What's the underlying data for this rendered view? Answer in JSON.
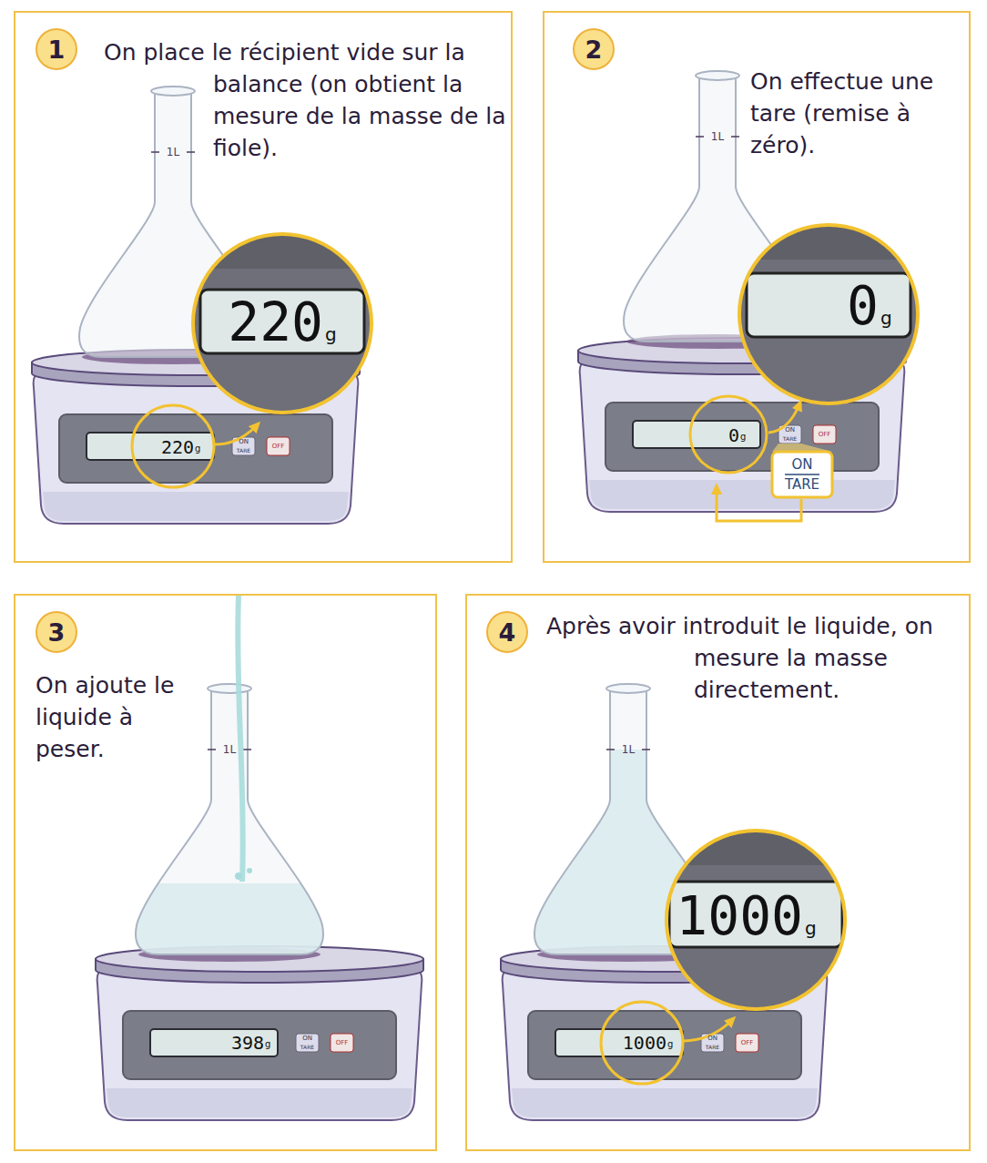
{
  "diagram": {
    "nodes": [
      {
        "text": [
          "On place le récipient vide sur la balance (on obtient la mesure de la masse de la fiole)."
        ]
      },
      {
        "text": [
          "1"
        ],
        "in": 0
      },
      {
        "text": [
          "On effectue une tare (remise à zéro)."
        ]
      },
      {
        "text": [
          "2"
        ],
        "in": 2
      },
      {
        "text": [
          "On ajoute le liquide à peser."
        ]
      },
      {
        "text": [
          "3"
        ],
        "in": 4
      },
      {
        "text": [
          "Après avoir introduit le liquide, on mesure la masse directement."
        ]
      },
      {
        "text": [
          "4"
        ],
        "in": 6
      }
    ],
    "labels": [
      "220",
      "g",
      "220",
      "g",
      "ON",
      "TARE",
      "OFF",
      "1L",
      "0",
      "g",
      "0",
      "g",
      "ON",
      "TARE",
      "OFF",
      "ON",
      "TARE",
      "1L",
      "398",
      "g",
      "ON",
      "TARE",
      "OFF",
      "1L",
      "1000",
      "g",
      "1000",
      "g",
      "ON",
      "TARE",
      "OFF",
      "1L"
    ]
  }
}
